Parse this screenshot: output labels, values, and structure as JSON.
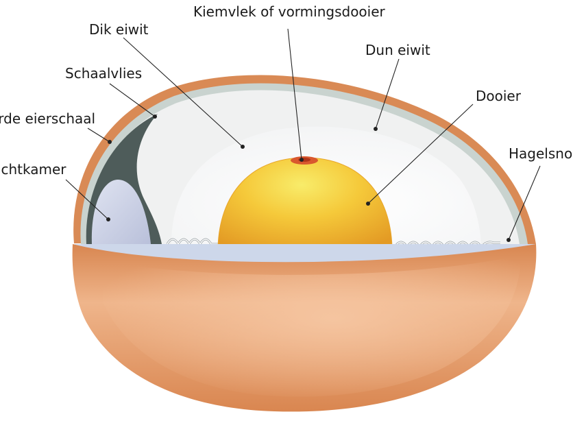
{
  "labels": {
    "germinal_disc": "Kiemvlek of vormingsdooier",
    "thick_albumen": "Dik eiwit",
    "thin_albumen": "Dun eiwit",
    "shell_membrane": "Schaalvlies",
    "yolk": "Dooier",
    "hard_shell": "Harde eierschaal",
    "chalaza": "Hagelsnoer",
    "air_cell": "Luchtkamer"
  },
  "colors": {
    "shell_outer": "#d98a55",
    "shell_inner": "#e9a779",
    "membrane": "#c9d3cf",
    "thin_albumen": "#f2f3f3",
    "thick_albumen": "#ffffff",
    "yolk_center": "#f7e04a",
    "yolk_edge": "#e8a52a",
    "germinal_disc": "#d9582e",
    "air_cell": "#c7cde3",
    "dark_band": "#4e5c5a",
    "liquid": "#cdd7ea"
  }
}
